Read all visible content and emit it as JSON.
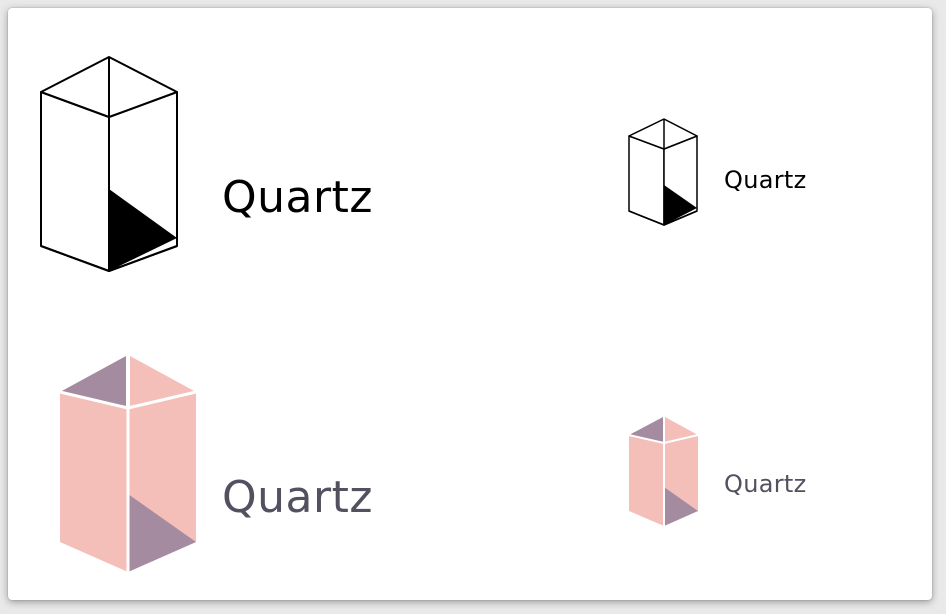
{
  "logo_variants": [
    {
      "style": "outline",
      "size": "large",
      "wordmark": "Quartz",
      "text_color": "#000000"
    },
    {
      "style": "outline",
      "size": "small",
      "wordmark": "Quartz",
      "text_color": "#000000"
    },
    {
      "style": "color",
      "size": "large",
      "wordmark": "Quartz",
      "text_color": "#53505f"
    },
    {
      "style": "color",
      "size": "small",
      "wordmark": "Quartz",
      "text_color": "#53505f"
    }
  ],
  "colors": {
    "outline_stroke": "#000000",
    "outline_fill": "#ffffff",
    "crystal_pink": "#f4bfb8",
    "crystal_mauve": "#a58b9f",
    "crystal_edge": "#ffffff",
    "wordmark_color": "#53505f"
  }
}
